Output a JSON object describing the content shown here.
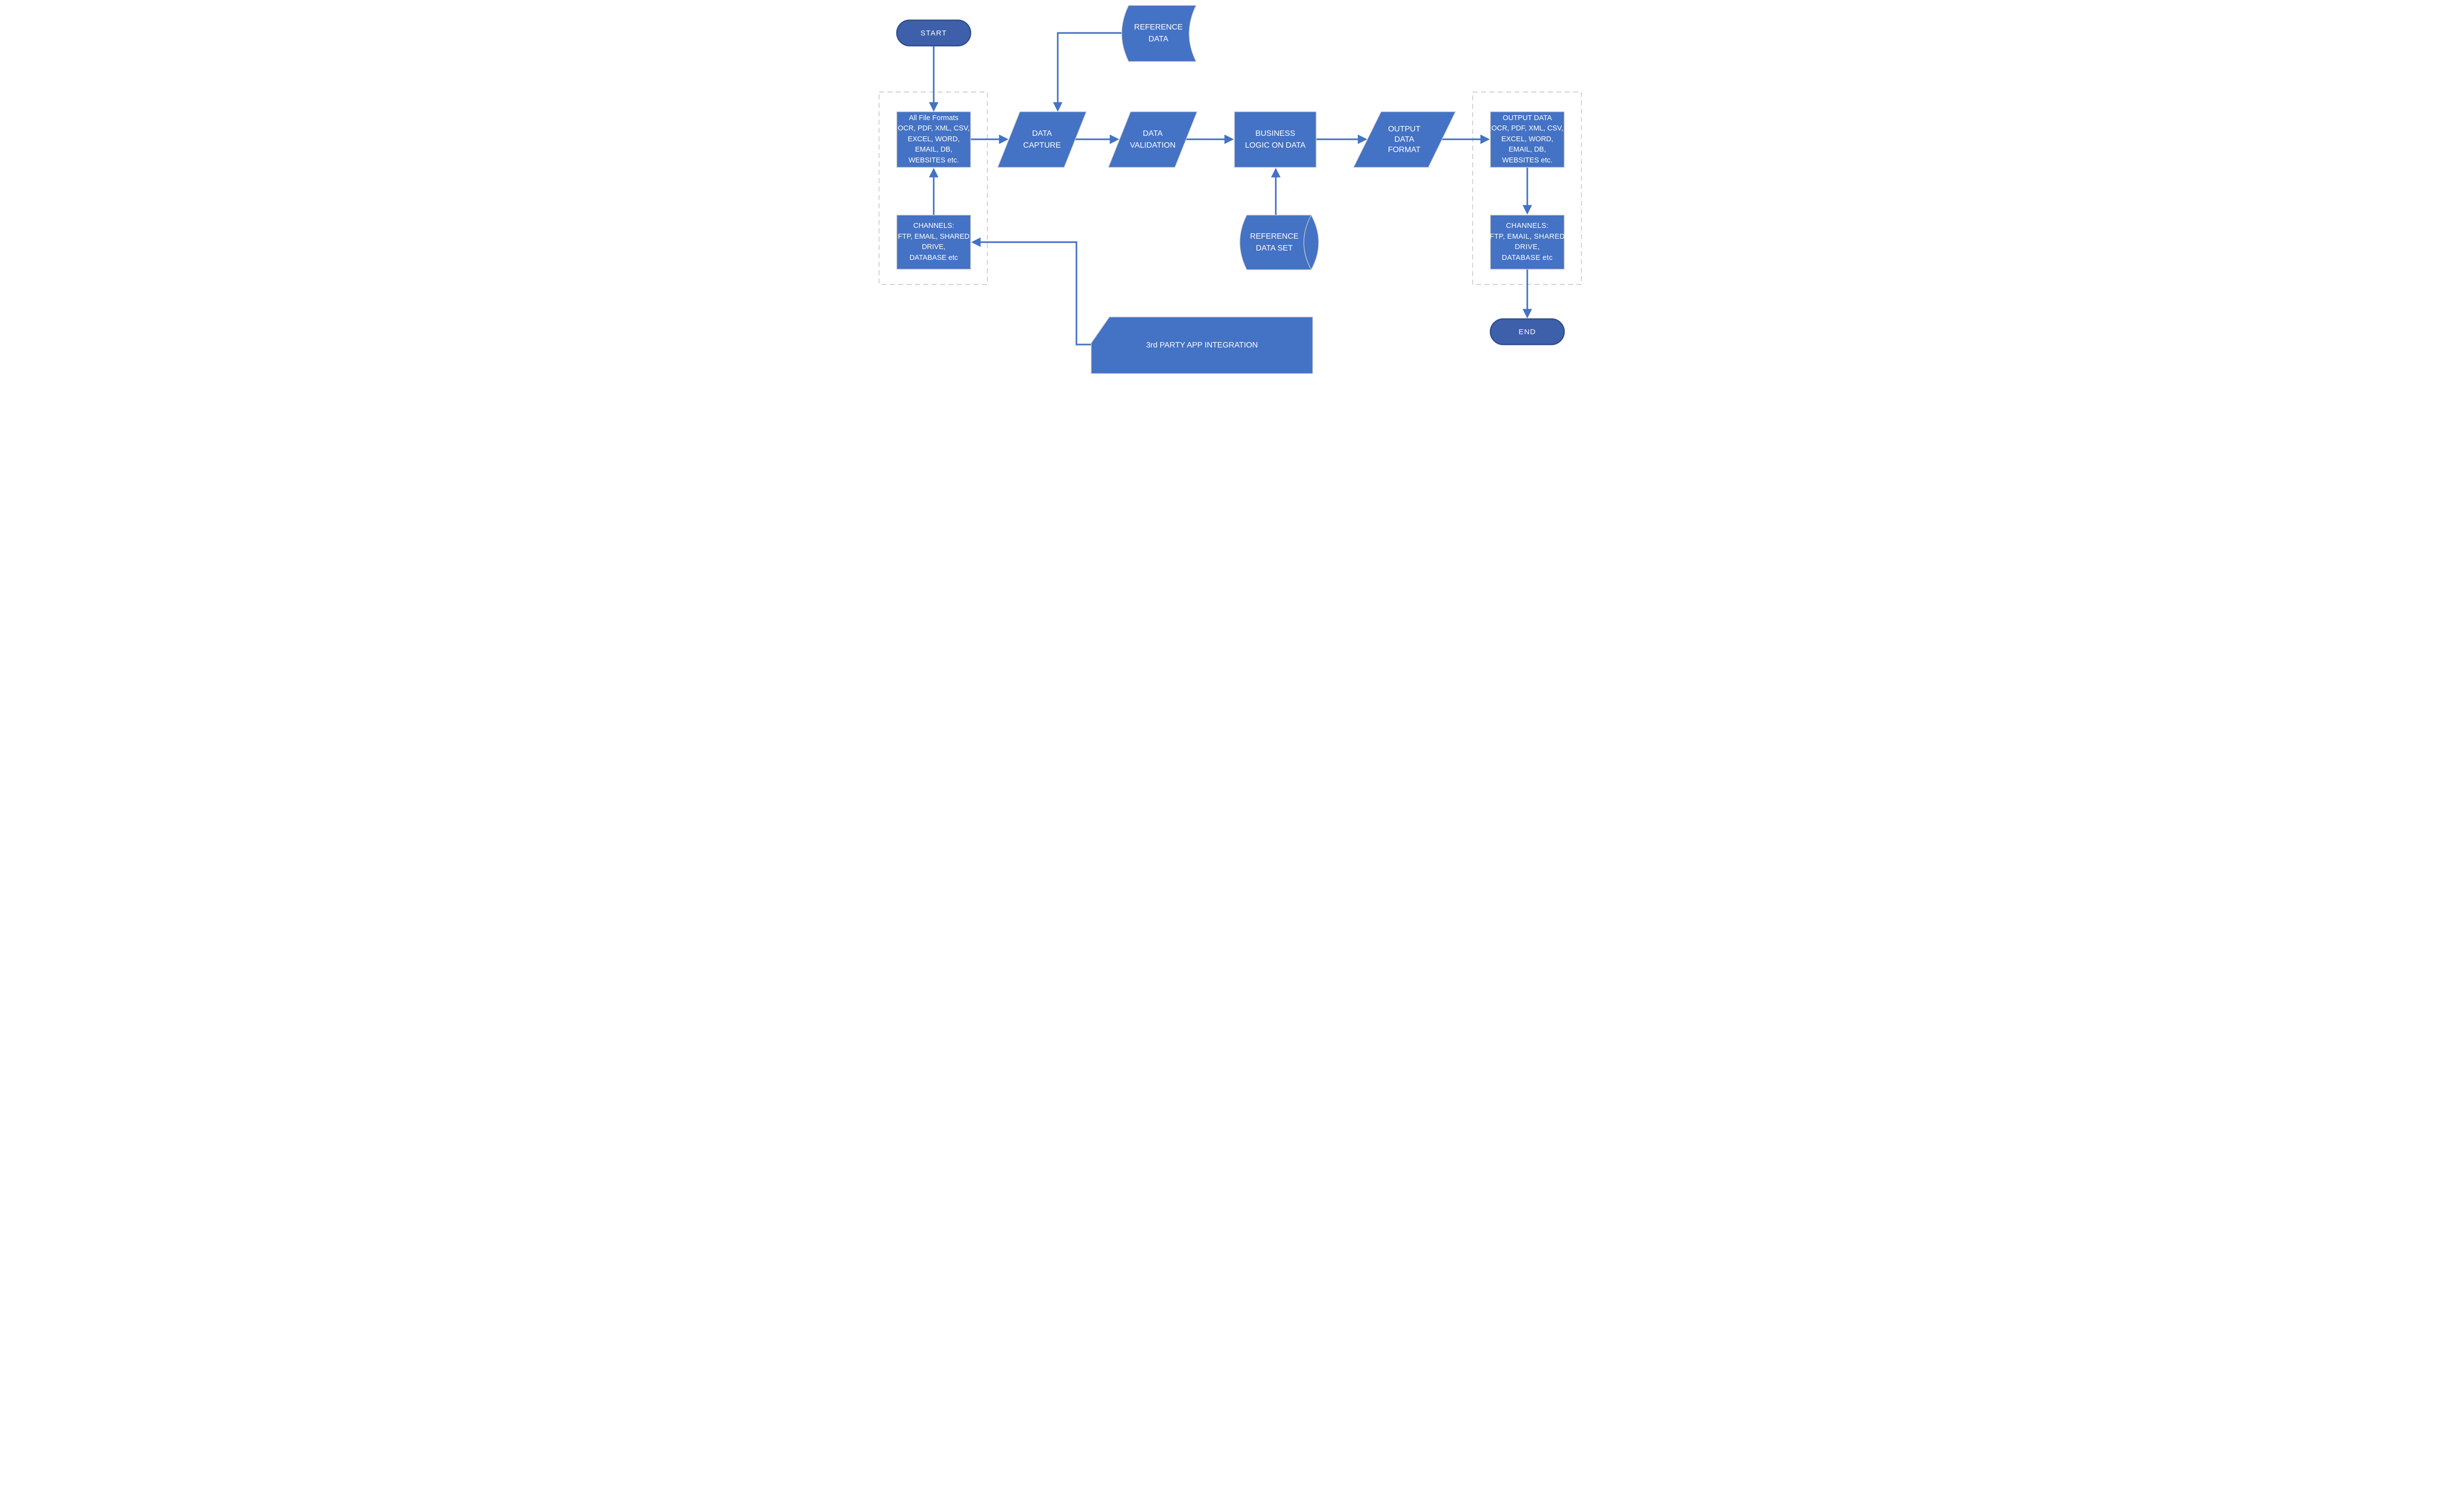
{
  "diagram_type": "flowchart",
  "colors": {
    "node_fill": "#4472C4",
    "node_border": "#CFCECE",
    "terminal_fill": "#3E5FA9",
    "terminal_border": "#2E4D8E",
    "connector": "#4472C4",
    "dashed_border": "#C0C0C0",
    "text": "#FFFFFF",
    "background": "#FFFFFF"
  },
  "nodes": {
    "start": {
      "label": "START",
      "shape": "terminator"
    },
    "input_formats": {
      "shape": "rectangle",
      "lines": [
        "All File Formats",
        "OCR, PDF, XML, CSV,",
        "EXCEL, WORD,",
        "EMAIL, DB,",
        "WEBSITES etc."
      ]
    },
    "channels_in": {
      "shape": "rectangle",
      "lines": [
        "CHANNELS:",
        "FTP, EMAIL, SHARED",
        "DRIVE,",
        "DATABASE etc"
      ]
    },
    "reference_data": {
      "shape": "stored-data",
      "lines": [
        "REFERENCE",
        "DATA"
      ]
    },
    "data_capture": {
      "shape": "parallelogram",
      "lines": [
        "DATA",
        "CAPTURE"
      ]
    },
    "data_validation": {
      "shape": "parallelogram",
      "lines": [
        "DATA",
        "VALIDATION"
      ]
    },
    "business_logic": {
      "shape": "rectangle",
      "lines": [
        "BUSINESS",
        "LOGIC ON DATA"
      ]
    },
    "reference_data_set": {
      "shape": "direct-access-storage",
      "lines": [
        "REFERENCE",
        "DATA SET"
      ]
    },
    "output_data_format": {
      "shape": "parallelogram",
      "lines": [
        "OUTPUT",
        "DATA",
        "FORMAT"
      ]
    },
    "output_data": {
      "shape": "rectangle",
      "lines": [
        "OUTPUT DATA",
        "OCR, PDF, XML, CSV,",
        "EXCEL, WORD,",
        "EMAIL, DB,",
        "WEBSITES etc."
      ]
    },
    "channels_out": {
      "shape": "rectangle",
      "lines": [
        "CHANNELS:",
        "FTP, EMAIL, SHARED",
        "DRIVE,",
        "DATABASE etc"
      ]
    },
    "end": {
      "label": "END",
      "shape": "terminator"
    },
    "third_party": {
      "label": "3rd PARTY APP INTEGRATION",
      "shape": "chamfered-rectangle"
    }
  },
  "edges": [
    "START -> All File Formats",
    "REFERENCE DATA -> DATA CAPTURE",
    "All File Formats -> DATA CAPTURE",
    "DATA CAPTURE -> DATA VALIDATION",
    "DATA VALIDATION -> BUSINESS LOGIC ON DATA",
    "BUSINESS LOGIC ON DATA -> OUTPUT DATA FORMAT",
    "OUTPUT DATA FORMAT -> OUTPUT DATA",
    "REFERENCE DATA SET -> BUSINESS LOGIC ON DATA",
    "CHANNELS (in) -> All File Formats",
    "OUTPUT DATA -> CHANNELS (out)",
    "CHANNELS (out) -> END",
    "3rd PARTY APP INTEGRATION -> CHANNELS (in)"
  ]
}
